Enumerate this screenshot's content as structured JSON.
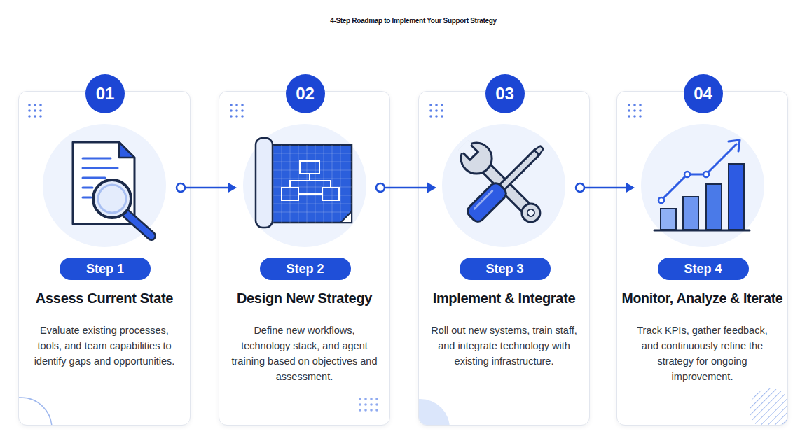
{
  "diagram": {
    "title": "4-Step Roadmap to Implement Your Support Strategy",
    "nodes": [
      {
        "text": [
          "Assess Current State",
          "Evaluate existing processes, tools, and team capabilities to identify gaps and opportunities."
        ]
      },
      {
        "text": [
          "01"
        ],
        "in": 0
      },
      {
        "text": [
          "Step 1"
        ],
        "in": 0
      },
      {
        "text": [
          "Design New Strategy",
          "Define new workflows, technology stack, and agent training based on objectives and assessment."
        ]
      },
      {
        "text": [
          "02"
        ],
        "in": 3
      },
      {
        "text": [
          "Step 2"
        ],
        "in": 3
      },
      {
        "text": [
          "Implement & Integrate",
          "Roll out new systems, train staff, and integrate technology with existing infrastructure."
        ]
      },
      {
        "text": [
          "03"
        ],
        "in": 6
      },
      {
        "text": [
          "Step 3"
        ],
        "in": 6
      },
      {
        "text": [
          "Monitor, Analyze & Iterate",
          "Track KPIs, gather feedback, and continuously refine the strategy for ongoing improvement."
        ]
      },
      {
        "text": [
          "04"
        ],
        "in": 9
      },
      {
        "text": [
          "Step 4"
        ],
        "in": 9
      }
    ],
    "edges": [
      {
        "from": 0,
        "to": 3,
        "arrow": "to"
      },
      {
        "from": 3,
        "to": 6,
        "arrow": "to"
      },
      {
        "from": 6,
        "to": 9,
        "arrow": "to"
      }
    ]
  }
}
